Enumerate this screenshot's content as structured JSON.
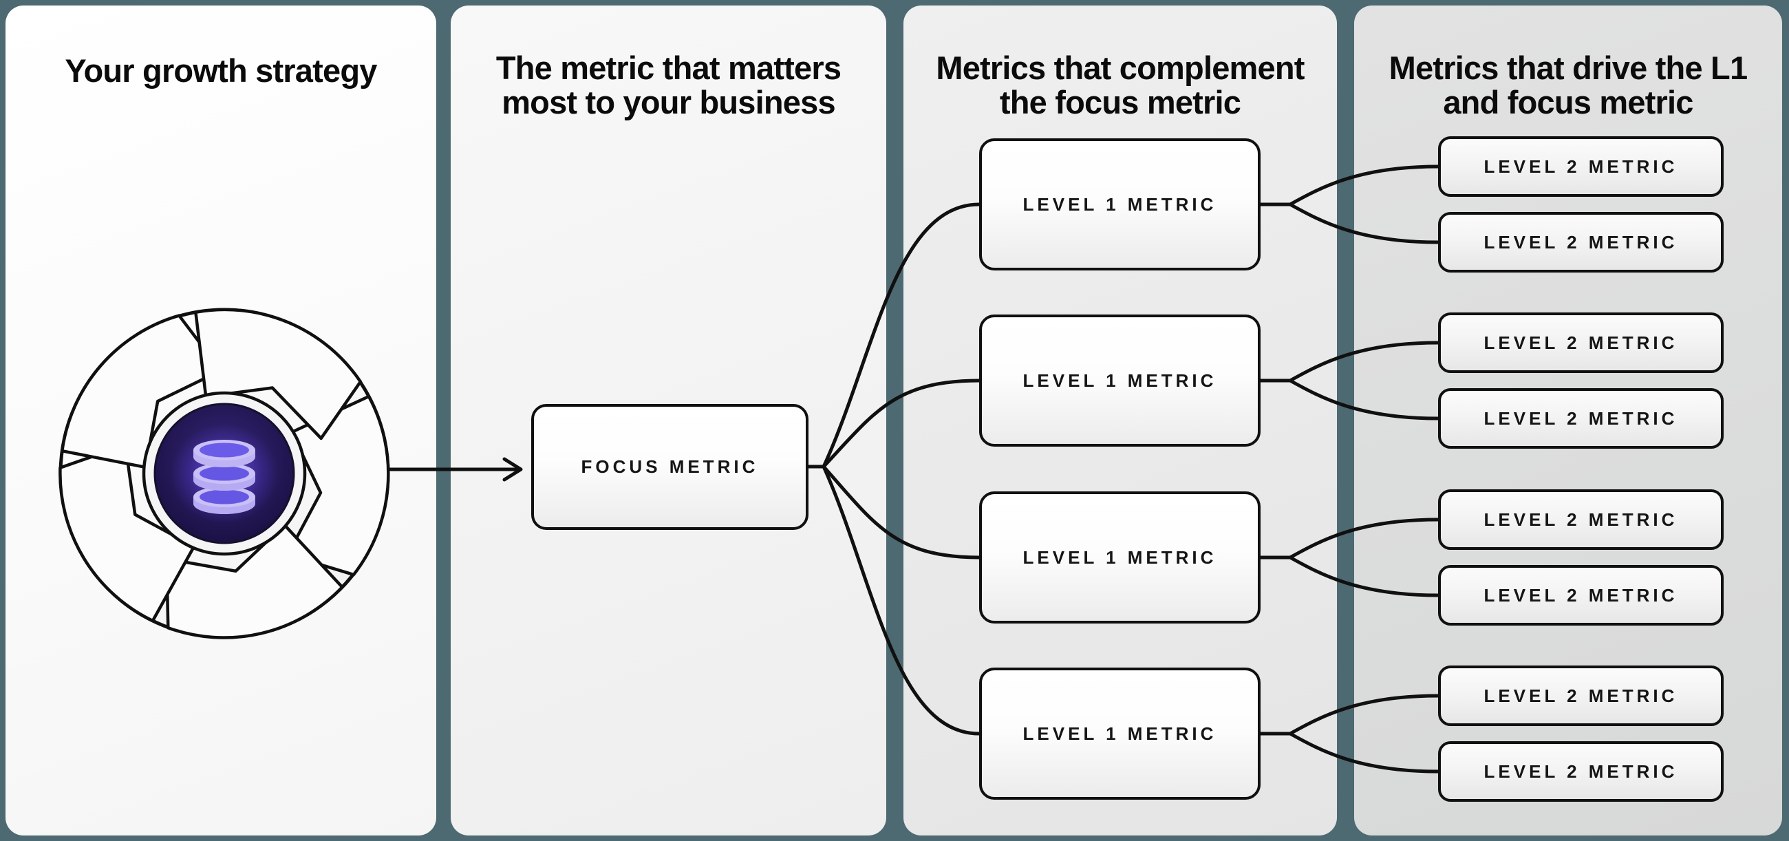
{
  "colors": {
    "background": "#4d6971",
    "line": "#101010",
    "panel1_bg": "#fbfbfb",
    "panel2_bg": "#f3f3f3",
    "panel3_bg": "#eaeaea",
    "panel4_bg": "#dcdddd",
    "icon_core_bg": "#241a52",
    "icon_database_purple": "#8d7cf3"
  },
  "panels": {
    "strategy": {
      "title": "Your growth strategy",
      "icon": "growth-flywheel-database-icon"
    },
    "focus": {
      "title": "The metric that matters\nmost to your business",
      "box_label": "FOCUS METRIC"
    },
    "level1": {
      "title": "Metrics that complement\nthe focus metric",
      "boxes": [
        "LEVEL 1 METRIC",
        "LEVEL 1 METRIC",
        "LEVEL 1 METRIC",
        "LEVEL 1 METRIC"
      ]
    },
    "level2": {
      "title": "Metrics that drive the L1\nand focus metric",
      "boxes": [
        "LEVEL 2 METRIC",
        "LEVEL 2 METRIC",
        "LEVEL 2 METRIC",
        "LEVEL 2 METRIC",
        "LEVEL 2 METRIC",
        "LEVEL 2 METRIC",
        "LEVEL 2 METRIC",
        "LEVEL 2 METRIC"
      ]
    }
  }
}
